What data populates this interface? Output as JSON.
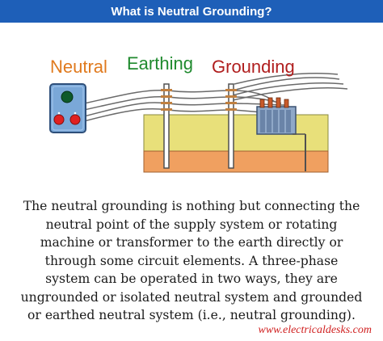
{
  "header": {
    "title": "What is Neutral Grounding?",
    "background": "#1e5fb8"
  },
  "diagram": {
    "labels": {
      "neutral": {
        "text": "Neutral",
        "color": "#e07a1e"
      },
      "earthing": {
        "text": "Earthing",
        "color": "#1f8a2e"
      },
      "grounding": {
        "text": "Grounding",
        "color": "#b01e1e"
      }
    },
    "icons": [
      "control-panel-icon",
      "utility-pole-icon",
      "transformer-icon"
    ]
  },
  "body": {
    "lines": [
      "The neutral grounding is nothing but connecting the",
      "neutral point of the supply system or rotating",
      "machine or transformer to the earth directly or",
      "through some circuit elements. A three-phase",
      "system can be operated in two ways, they are",
      "ungrounded or isolated neutral system and grounded",
      "or earthed neutral system (i.e., neutral grounding)."
    ]
  },
  "footer": {
    "website": "www.electricaldesks.com",
    "color": "#d02020"
  }
}
